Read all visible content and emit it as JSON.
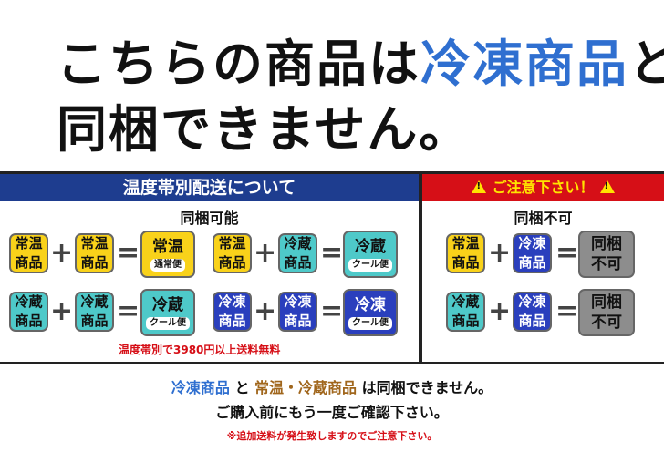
{
  "headline": {
    "line1_prefix": "こちらの商品は",
    "line1_highlight": "冷凍商品",
    "line1_suffix": "と",
    "line2": "同梱できません。"
  },
  "left_panel": {
    "header": "温度帯別配送について",
    "subheader": "同梱可能",
    "box_jouon": "常温商品",
    "box_reizou": "冷蔵商品",
    "box_reitou": "冷凍商品",
    "res_jouon_title": "常温",
    "res_jouon_pill": "通常便",
    "res_reizou_title": "冷蔵",
    "res_reizou_pill": "クール便",
    "res_reitou_title": "冷凍",
    "res_reitou_pill": "クール便",
    "note": "温度帯別で3980円以上送料無料"
  },
  "right_panel": {
    "header": "ご注意下さい！",
    "subheader": "同梱不可",
    "box_jouon": "常温商品",
    "box_reizou": "冷蔵商品",
    "box_reitou": "冷凍商品",
    "result": "同梱不可"
  },
  "operators": {
    "plus": "+",
    "equals": "="
  },
  "bottom": {
    "line1_a": "冷凍商品",
    "line1_b": " と ",
    "line1_c": "常温・冷蔵商品",
    "line1_d": " は同梱できません。",
    "line2": "ご購入前にもう一度ご確認下さい。",
    "line3": "※追加送料が発生致しますのでご注意下さい。"
  },
  "colors": {
    "blue_text": "#2f6fd0",
    "navy_header": "#1e3d8f",
    "red_header": "#d60f17",
    "yellow_box": "#f9d21a",
    "cyan_box": "#4ec9c9",
    "navy_box": "#2a3fbd",
    "gray_box": "#8d8d8d"
  }
}
